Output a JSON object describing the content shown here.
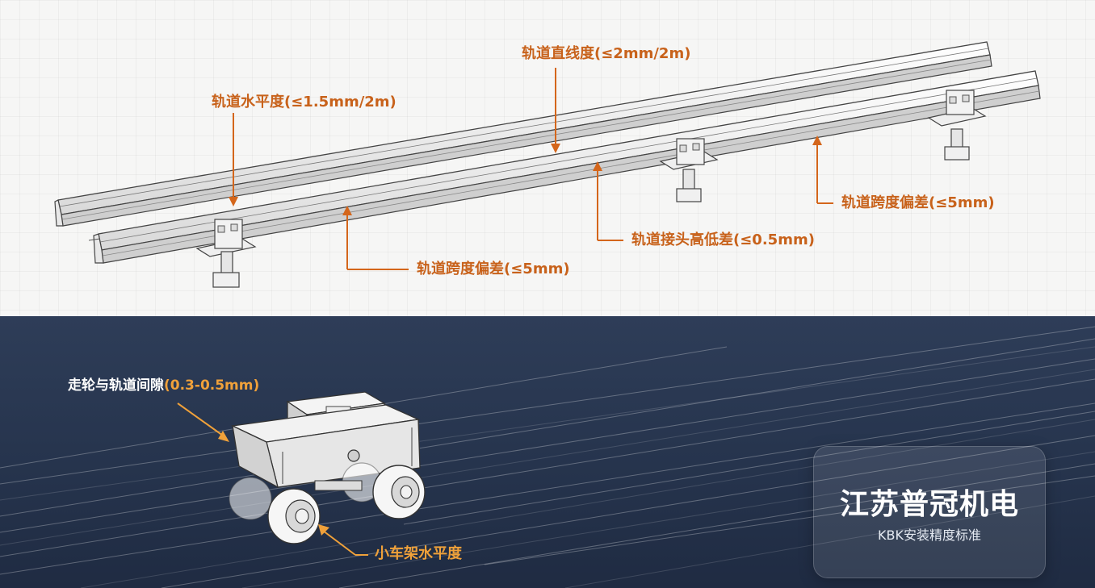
{
  "labels": {
    "straightness": "轨道直线度(≤2mm/2m)",
    "levelness": "轨道水平度(≤1.5mm/2m)",
    "span_right": "轨道跨度偏差(≤5mm)",
    "joint": "轨道接头高低差(≤0.5mm)",
    "span_left": "轨道跨度偏差(≤5mm)",
    "wheel_gap_prefix": "走轮与轨道间隙",
    "wheel_gap_value": "(0.3-0.5mm)",
    "trolley_level": "小车架水平度"
  },
  "brand": {
    "name": "江苏普冠机电",
    "subtitle": "KBK安装精度标准"
  },
  "colors": {
    "accent_orange": "#d4661b",
    "light_orange": "#f0a13a",
    "navy": "#26344d",
    "paper": "#f6f6f5"
  }
}
